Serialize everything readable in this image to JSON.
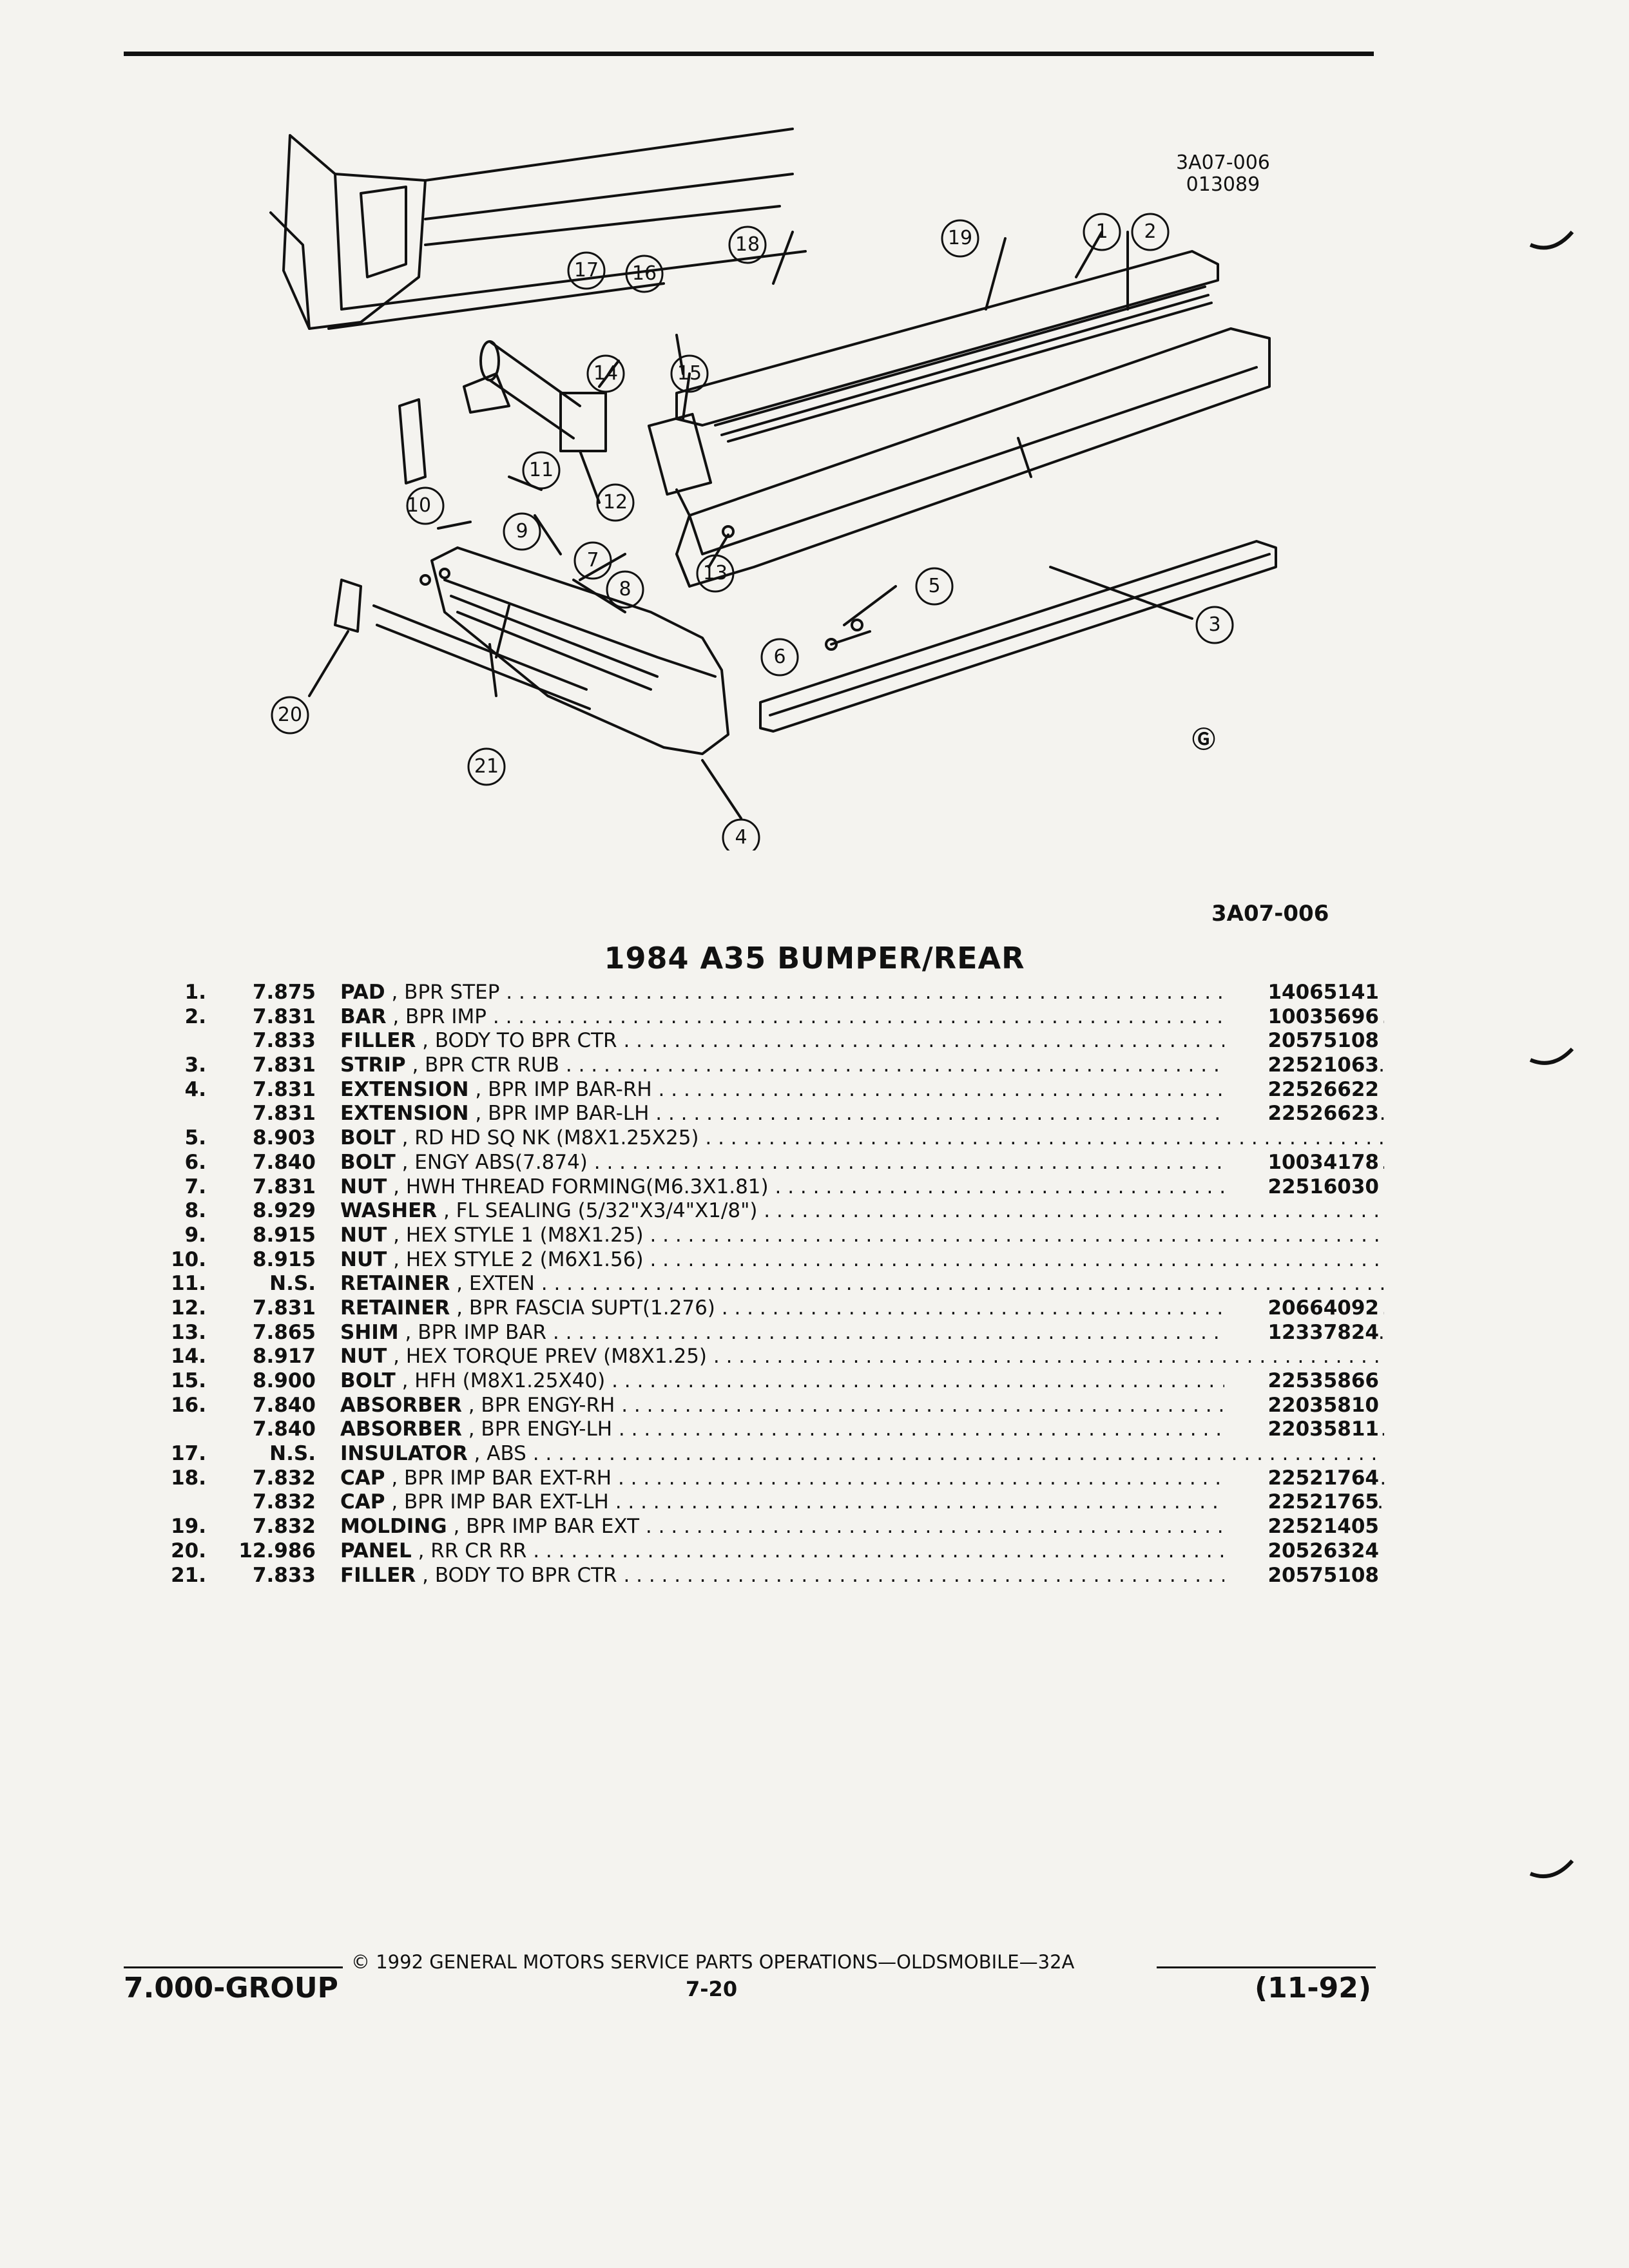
{
  "figure": {
    "ref_code": "3A07-006",
    "ref_number": "013089",
    "id_below": "3A07-006",
    "callouts": [
      "1",
      "2",
      "3",
      "4",
      "5",
      "6",
      "7",
      "8",
      "9",
      "10",
      "11",
      "12",
      "13",
      "14",
      "15",
      "16",
      "17",
      "18",
      "19",
      "20",
      "21"
    ]
  },
  "title": "1984 A35 BUMPER/REAR",
  "parts": [
    {
      "num": "1.",
      "group": "7.875",
      "noun": "PAD",
      "mod": "BPR STEP",
      "pn": "14065141"
    },
    {
      "num": "2.",
      "group": "7.831",
      "noun": "BAR",
      "mod": "BPR IMP",
      "pn": "10035696"
    },
    {
      "num": "",
      "group": "7.833",
      "noun": "FILLER",
      "mod": "BODY TO BPR CTR",
      "pn": "20575108"
    },
    {
      "num": "3.",
      "group": "7.831",
      "noun": "STRIP",
      "mod": "BPR CTR RUB",
      "pn": "22521063"
    },
    {
      "num": "4.",
      "group": "7.831",
      "noun": "EXTENSION",
      "mod": "BPR IMP BAR-RH",
      "pn": "22526622"
    },
    {
      "num": "",
      "group": "7.831",
      "noun": "EXTENSION",
      "mod": "BPR IMP BAR-LH",
      "pn": "22526623"
    },
    {
      "num": "5.",
      "group": "8.903",
      "noun": "BOLT",
      "mod": "RD HD SQ NK (M8X1.25X25)",
      "pn": ""
    },
    {
      "num": "6.",
      "group": "7.840",
      "noun": "BOLT",
      "mod": "ENGY ABS(7.874)",
      "pn": "10034178"
    },
    {
      "num": "7.",
      "group": "7.831",
      "noun": "NUT",
      "mod": "HWH THREAD FORMING(M6.3X1.81)",
      "pn": "22516030"
    },
    {
      "num": "8.",
      "group": "8.929",
      "noun": "WASHER",
      "mod": "FL SEALING (5/32\"X3/4\"X1/8\")",
      "pn": ""
    },
    {
      "num": "9.",
      "group": "8.915",
      "noun": "NUT",
      "mod": "HEX STYLE 1 (M8X1.25)",
      "pn": ""
    },
    {
      "num": "10.",
      "group": "8.915",
      "noun": "NUT",
      "mod": "HEX STYLE 2 (M6X1.56)",
      "pn": ""
    },
    {
      "num": "11.",
      "group": "N.S.",
      "noun": "RETAINER",
      "mod": "EXTEN",
      "pn": ""
    },
    {
      "num": "12.",
      "group": "7.831",
      "noun": "RETAINER",
      "mod": "BPR FASCIA SUPT(1.276)",
      "pn": "20664092"
    },
    {
      "num": "13.",
      "group": "7.865",
      "noun": "SHIM",
      "mod": "BPR IMP BAR",
      "pn": "12337824"
    },
    {
      "num": "14.",
      "group": "8.917",
      "noun": "NUT",
      "mod": "HEX TORQUE PREV (M8X1.25)",
      "pn": ""
    },
    {
      "num": "15.",
      "group": "8.900",
      "noun": "BOLT",
      "mod": "HFH (M8X1.25X40)",
      "pn": "22535866"
    },
    {
      "num": "16.",
      "group": "7.840",
      "noun": "ABSORBER",
      "mod": "BPR ENGY-RH",
      "pn": "22035810"
    },
    {
      "num": "",
      "group": "7.840",
      "noun": "ABSORBER",
      "mod": "BPR ENGY-LH",
      "pn": "22035811"
    },
    {
      "num": "17.",
      "group": "N.S.",
      "noun": "INSULATOR",
      "mod": "ABS",
      "pn": ""
    },
    {
      "num": "18.",
      "group": "7.832",
      "noun": "CAP",
      "mod": "BPR IMP BAR EXT-RH",
      "pn": "22521764"
    },
    {
      "num": "",
      "group": "7.832",
      "noun": "CAP",
      "mod": "BPR IMP BAR EXT-LH",
      "pn": "22521765"
    },
    {
      "num": "19.",
      "group": "7.832",
      "noun": "MOLDING",
      "mod": "BPR IMP BAR EXT",
      "pn": "22521405"
    },
    {
      "num": "20.",
      "group": "12.986",
      "noun": "PANEL",
      "mod": "RR CR RR",
      "pn": "20526324"
    },
    {
      "num": "21.",
      "group": "7.833",
      "noun": "FILLER",
      "mod": "BODY TO BPR CTR",
      "pn": "20575108"
    }
  ],
  "footer": {
    "copyright": "© 1992 GENERAL MOTORS SERVICE PARTS OPERATIONS—OLDSMOBILE—32A",
    "group": "7.000-GROUP",
    "page": "7-20",
    "date": "(11-92)"
  }
}
